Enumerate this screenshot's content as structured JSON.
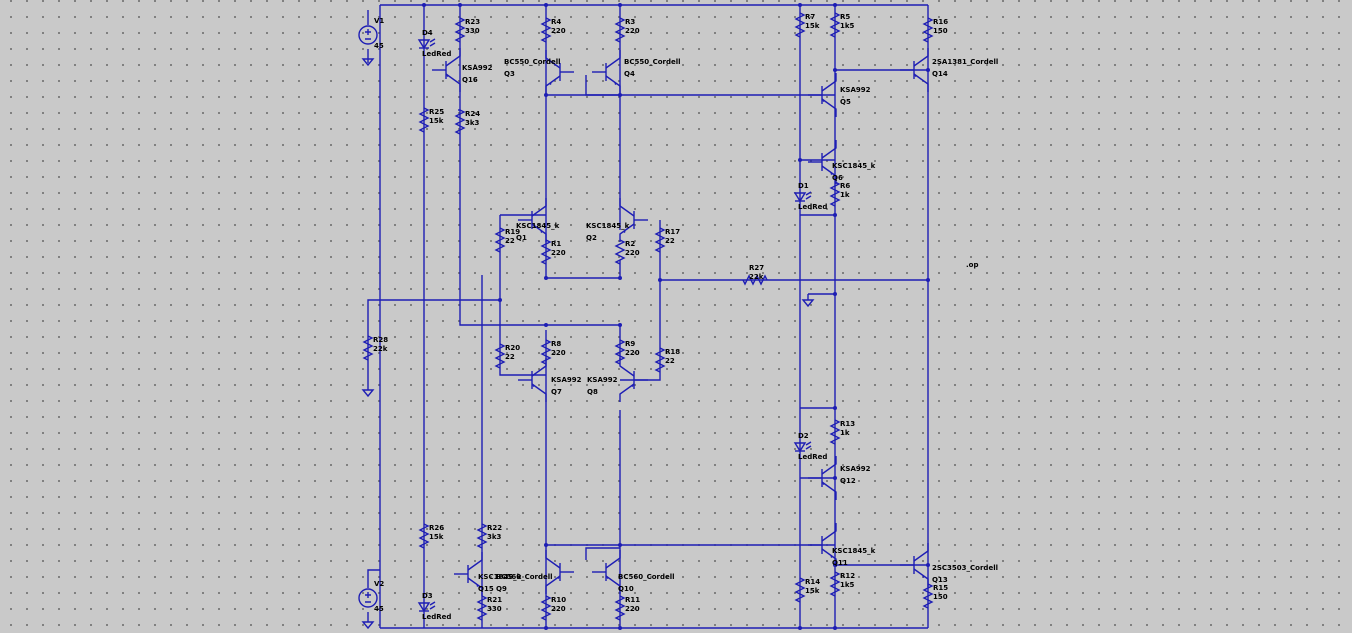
{
  "schematic": {
    "resistors": [
      {
        "ref": "R23",
        "value": "330"
      },
      {
        "ref": "R4",
        "value": "220"
      },
      {
        "ref": "R3",
        "value": "220"
      },
      {
        "ref": "R7",
        "value": "15k"
      },
      {
        "ref": "R5",
        "value": "1k5"
      },
      {
        "ref": "R16",
        "value": "150"
      },
      {
        "ref": "R25",
        "value": "15k"
      },
      {
        "ref": "R24",
        "value": "3k3"
      },
      {
        "ref": "R6",
        "value": "1k"
      },
      {
        "ref": "R19",
        "value": "22"
      },
      {
        "ref": "R1",
        "value": "220"
      },
      {
        "ref": "R2",
        "value": "220"
      },
      {
        "ref": "R17",
        "value": "22"
      },
      {
        "ref": "R27",
        "value": "22k"
      },
      {
        "ref": "R28",
        "value": "22k"
      },
      {
        "ref": "R20",
        "value": "22"
      },
      {
        "ref": "R8",
        "value": "220"
      },
      {
        "ref": "R9",
        "value": "220"
      },
      {
        "ref": "R18",
        "value": "22"
      },
      {
        "ref": "R13",
        "value": "1k"
      },
      {
        "ref": "R26",
        "value": "15k"
      },
      {
        "ref": "R22",
        "value": "3k3"
      },
      {
        "ref": "R14",
        "value": "15k"
      },
      {
        "ref": "R12",
        "value": "1k5"
      },
      {
        "ref": "R21",
        "value": "330"
      },
      {
        "ref": "R10",
        "value": "220"
      },
      {
        "ref": "R11",
        "value": "220"
      },
      {
        "ref": "R15",
        "value": "150"
      }
    ],
    "transistors": [
      {
        "ref": "Q16",
        "model": "KSA992"
      },
      {
        "ref": "Q3",
        "model": "BC550_Cordell"
      },
      {
        "ref": "Q4",
        "model": "BC550_Cordell"
      },
      {
        "ref": "Q5",
        "model": "KSA992"
      },
      {
        "ref": "Q14",
        "model": "2SA1381_Cordell"
      },
      {
        "ref": "Q6",
        "model": "KSC1845_k"
      },
      {
        "ref": "Q1",
        "model": "KSC1845_k"
      },
      {
        "ref": "Q2",
        "model": "KSC1845_k"
      },
      {
        "ref": "Q7",
        "model": "KSA992"
      },
      {
        "ref": "Q8",
        "model": "KSA992"
      },
      {
        "ref": "Q12",
        "model": "KSA992"
      },
      {
        "ref": "Q11",
        "model": "KSC1845_k"
      },
      {
        "ref": "Q15",
        "model": "KSC1845_k"
      },
      {
        "ref": "Q9",
        "model": "BC560_Cordell"
      },
      {
        "ref": "Q10",
        "model": "BC560_Cordell"
      },
      {
        "ref": "Q13",
        "model": "2SC3503_Cordell"
      }
    ],
    "diodes": [
      {
        "ref": "D4",
        "model": "LedRed"
      },
      {
        "ref": "D1",
        "model": "LedRed"
      },
      {
        "ref": "D2",
        "model": "LedRed"
      },
      {
        "ref": "D3",
        "model": "LedRed"
      }
    ],
    "sources": [
      {
        "ref": "V1",
        "value": "45"
      },
      {
        "ref": "V2",
        "value": "45"
      }
    ],
    "netlabels": [
      ".op"
    ]
  }
}
